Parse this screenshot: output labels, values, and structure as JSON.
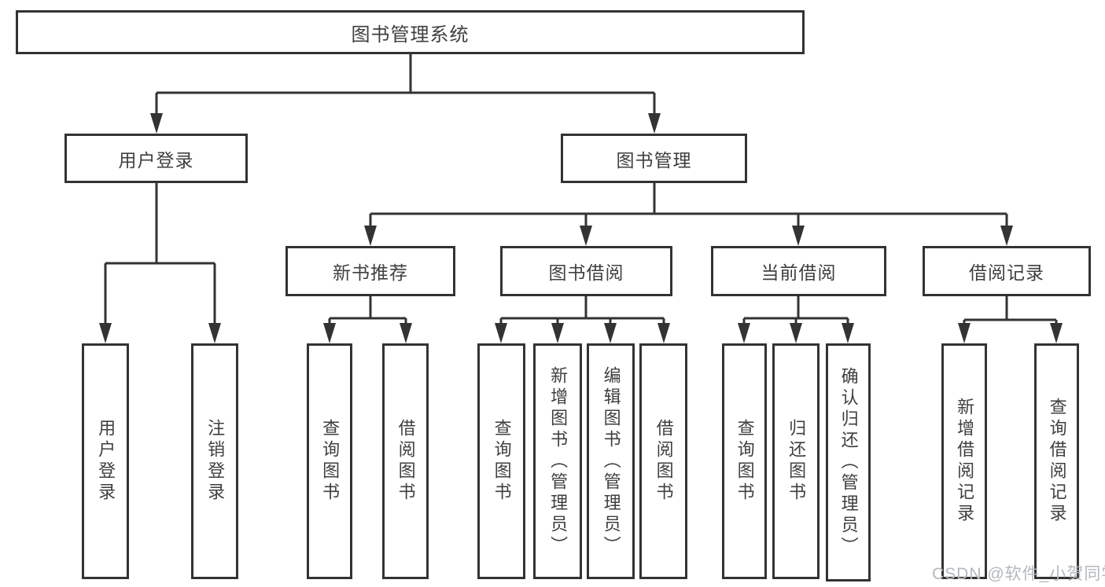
{
  "tree": {
    "root": {
      "label": "图书管理系统"
    },
    "branches": [
      {
        "label": "用户登录",
        "children": [
          "用户登录",
          "注销登录"
        ]
      },
      {
        "label": "图书管理",
        "groups": [
          {
            "label": "新书推荐",
            "children": [
              "查询图书",
              "借阅图书"
            ]
          },
          {
            "label": "图书借阅",
            "children": [
              "查询图书",
              "新增图书（管理员）",
              "编辑图书（管理员）",
              "借阅图书"
            ]
          },
          {
            "label": "当前借阅",
            "children": [
              "查询图书",
              "归还图书",
              "确认归还（管理员）"
            ]
          },
          {
            "label": "借阅记录",
            "children": [
              "新增借阅记录",
              "查询借阅记录"
            ]
          }
        ]
      }
    ]
  },
  "watermark": {
    "text": "CSDN @软件_小贺同学"
  },
  "colors": {
    "line": "#333333",
    "box_border": "#333333",
    "text": "#3f3f3f",
    "watermark": "#b4b9bd",
    "background": "#ffffff"
  }
}
